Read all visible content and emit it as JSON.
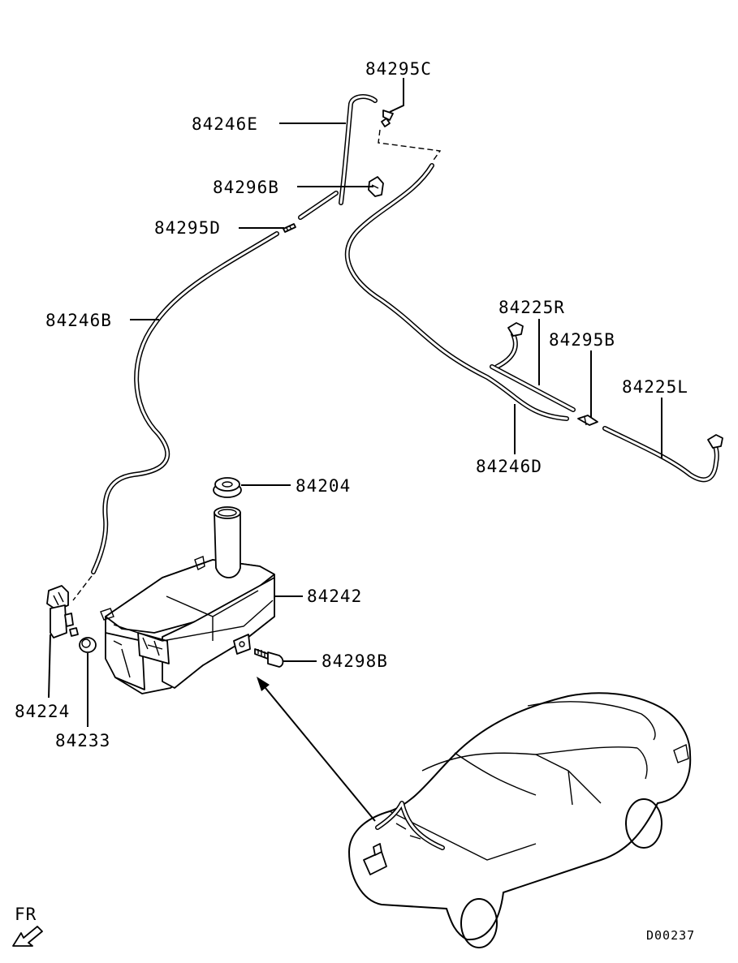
{
  "diagram": {
    "labels": {
      "p84295C": "84295C",
      "p84246E": "84246E",
      "p84296B": "84296B",
      "p84295D": "84295D",
      "p84246B": "84246B",
      "p84225R": "84225R",
      "p84295B": "84295B",
      "p84225L": "84225L",
      "p84246D": "84246D",
      "p84204": "84204",
      "p84242": "84242",
      "p84298B": "84298B",
      "p84224": "84224",
      "p84233": "84233"
    },
    "orientation": "FR",
    "code": "D00237"
  }
}
